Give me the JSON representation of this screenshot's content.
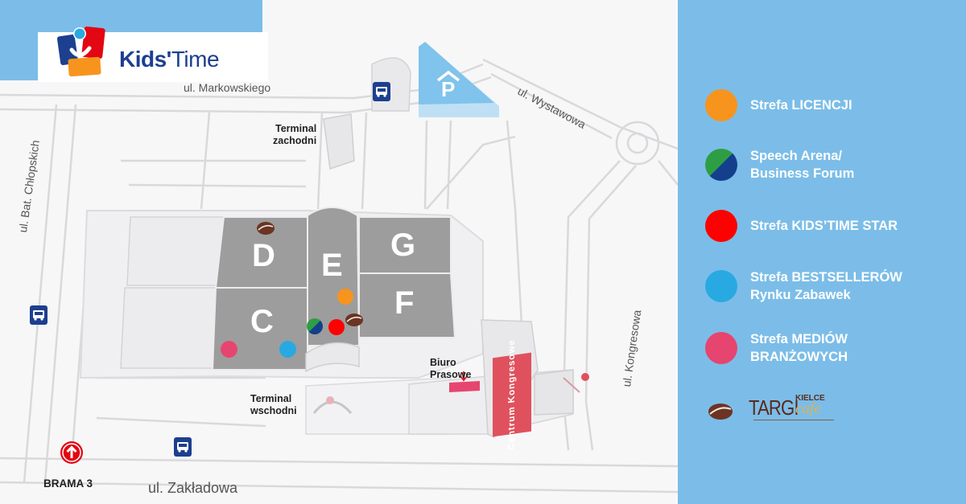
{
  "brand": {
    "name_bold": "Kids'",
    "name_light": "Time"
  },
  "streets": {
    "markowskiego": "ul. Markowskiego",
    "wystawowa": "ul. Wystawowa",
    "chlopskich": "ul. Bat. Chłopskich",
    "kongresowa": "ul. Kongresowa",
    "zakladowa": "ul. Zakładowa"
  },
  "places": {
    "terminal_west_line1": "Terminal",
    "terminal_west_line2": "zachodni",
    "terminal_east_line1": "Terminal",
    "terminal_east_line2": "wschodni",
    "press_line1": "Biuro",
    "press_line2": "Prasowe",
    "gate": "BRAMA 3",
    "congress": "Centrum Kongresowe",
    "parking": "P"
  },
  "halls": {
    "c": "C",
    "d": "D",
    "e": "E",
    "f": "F",
    "g": "G"
  },
  "legend": [
    {
      "line1": "Strefa LICENCJI",
      "line2": "",
      "color": "#f7941d"
    },
    {
      "line1": "Speech Arena/",
      "line2": "Business Forum",
      "color_a": "#2e9e45",
      "color_b": "#143f8c"
    },
    {
      "line1": "Strefa KIDS’TIME STAR",
      "line2": "",
      "color": "#ff0000"
    },
    {
      "line1": "Strefa BESTSELLERÓW",
      "line2": "Rynku Zabawek",
      "color": "#29a9e1"
    },
    {
      "line1": "Strefa MEDIÓW",
      "line2": "BRANŻOWYCH",
      "color": "#e6456f"
    }
  ],
  "cafe": {
    "brand": "TARGI",
    "city": "KIELCE",
    "name": "cafe"
  },
  "colors": {
    "panel": "#7bbde8",
    "hall_fill": "#9d9d9d",
    "licencji": "#f7941d",
    "star": "#ff0000",
    "bestseller": "#29a9e1",
    "media": "#e6456f",
    "coffee": "#6b3423",
    "congress": "#e0515e"
  }
}
